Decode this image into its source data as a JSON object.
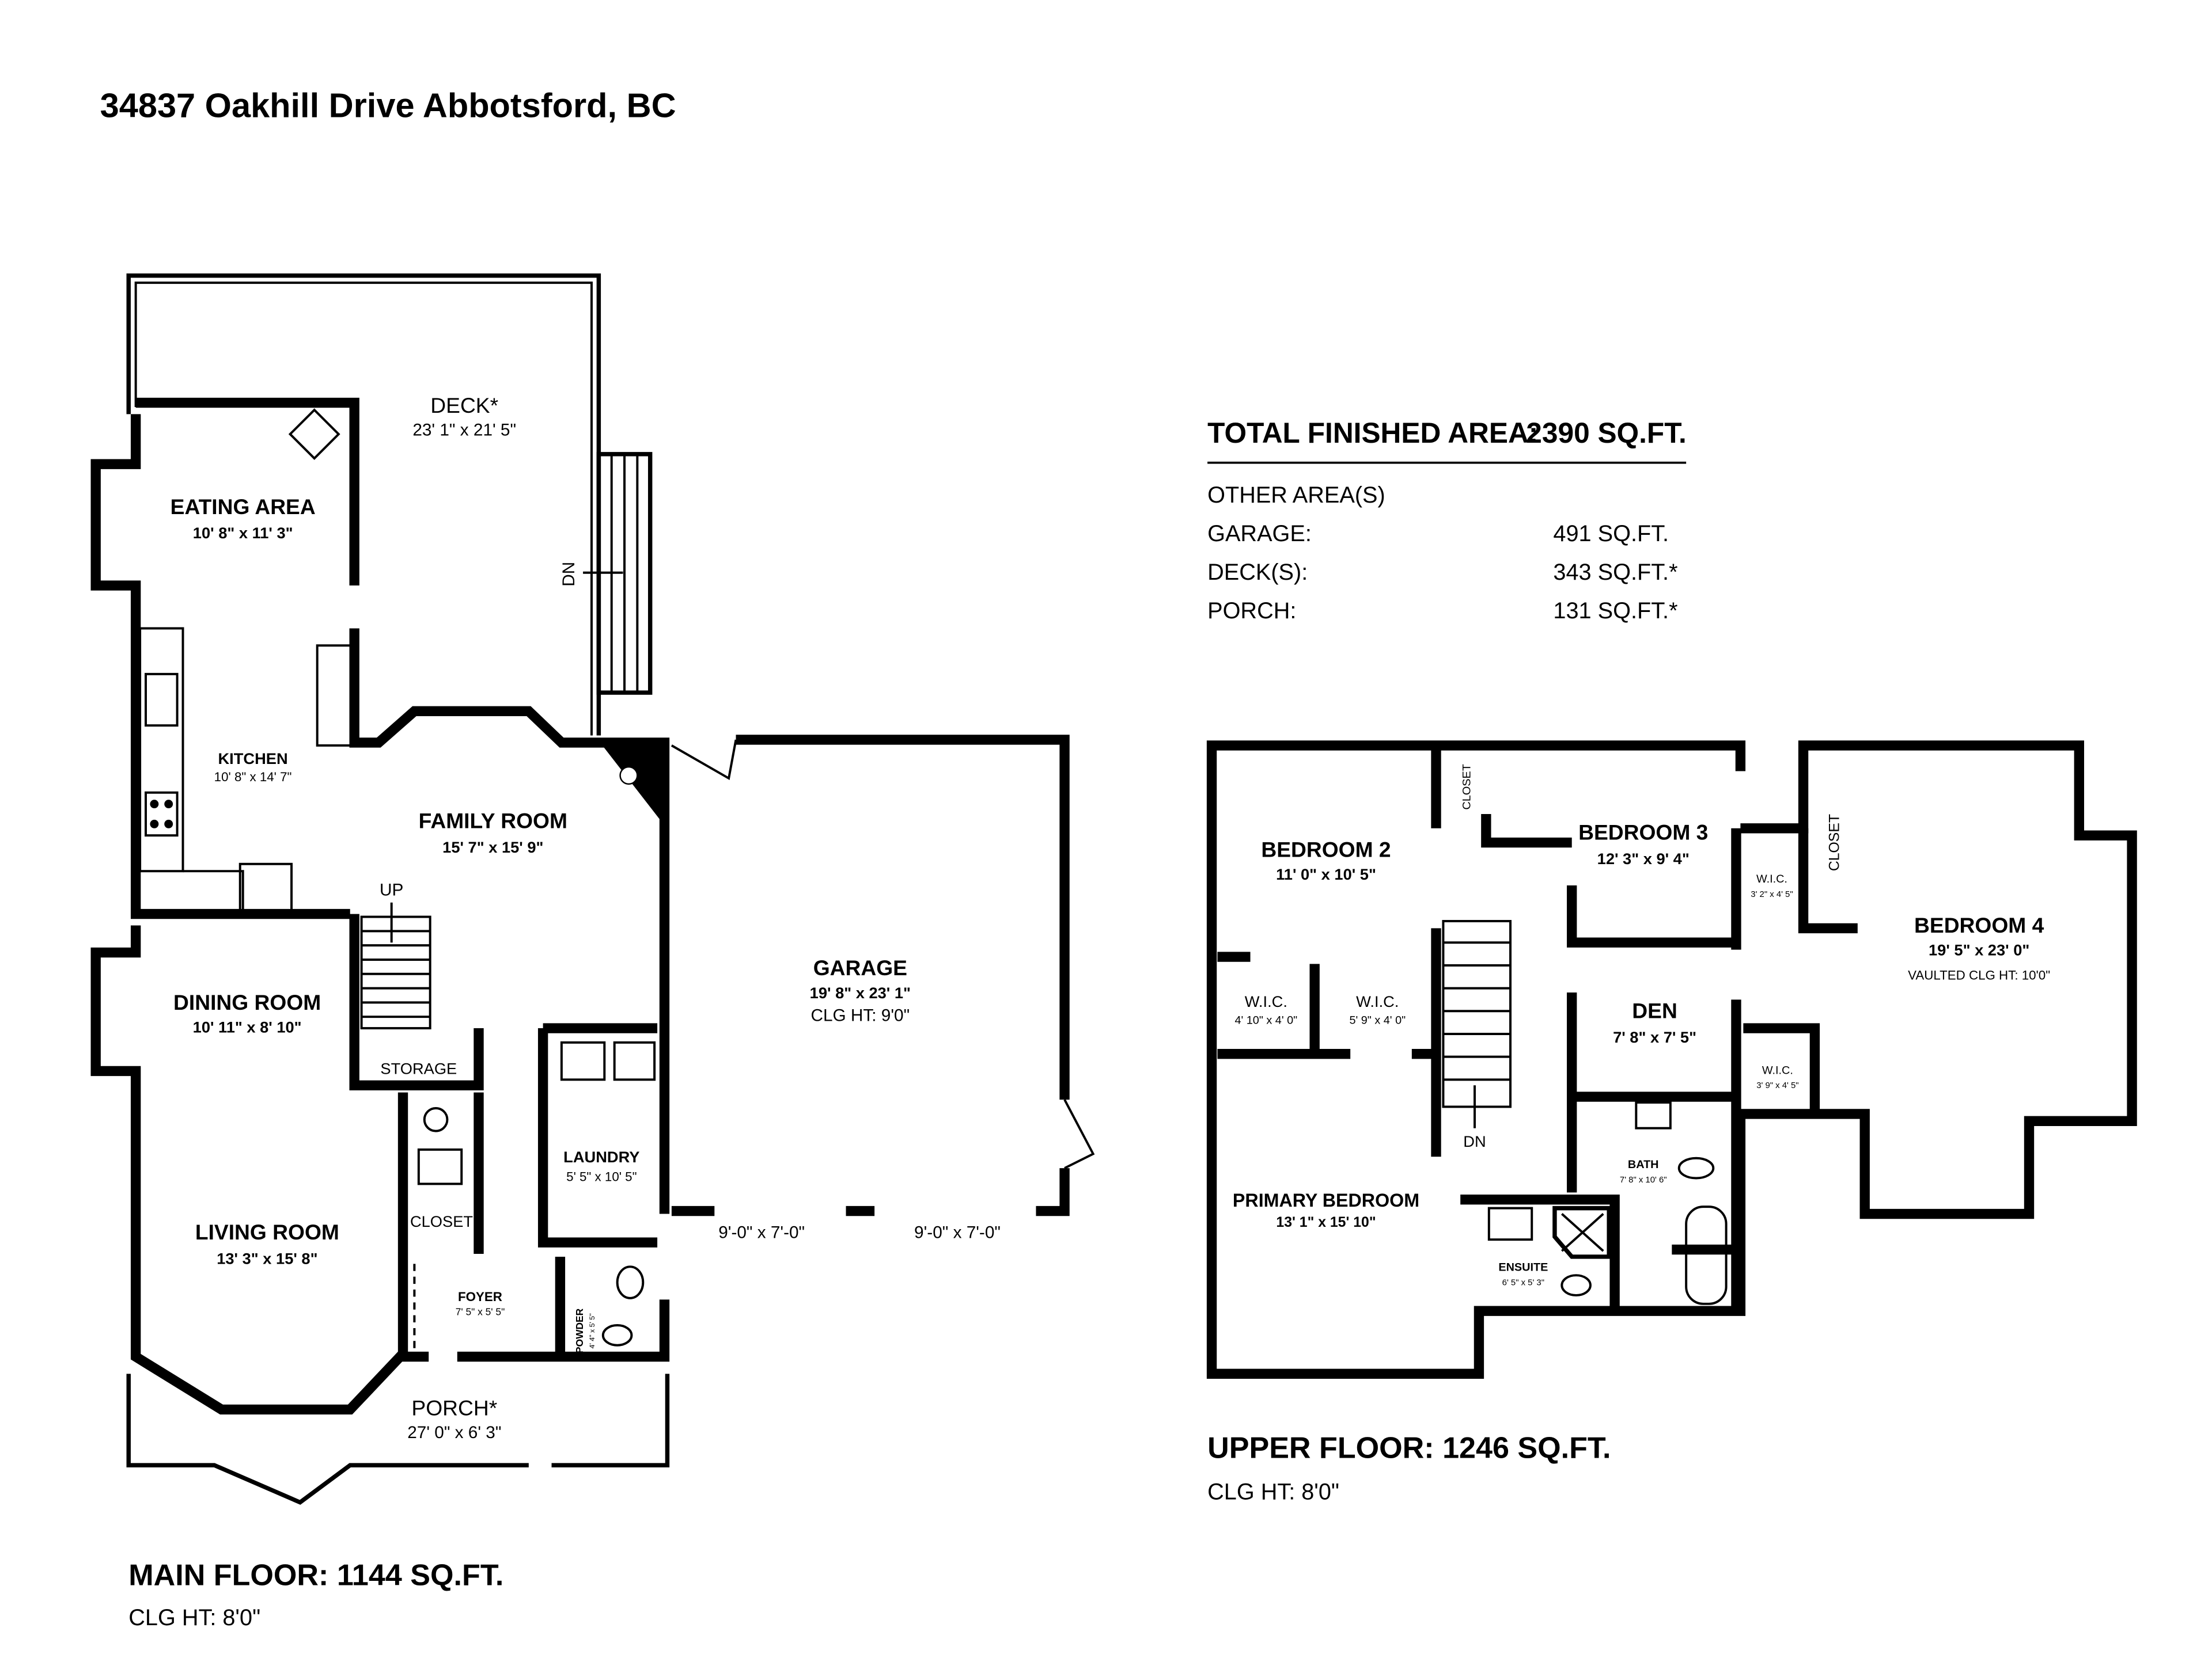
{
  "title": "34837 Oakhill Drive Abbotsford, BC",
  "summary": {
    "total_label": "TOTAL FINISHED AREA:",
    "total_value": "2390 SQ.FT.",
    "other_heading": "OTHER AREA(S)",
    "rows": [
      {
        "label": "GARAGE:",
        "value": "491 SQ.FT."
      },
      {
        "label": "DECK(S):",
        "value": "343 SQ.FT.*"
      },
      {
        "label": "PORCH:",
        "value": "131 SQ.FT.*"
      }
    ]
  },
  "main_floor": {
    "heading": "MAIN FLOOR: 1144 SQ.FT.",
    "ceiling": "CLG HT: 8'0\"",
    "rooms": {
      "deck": {
        "name": "DECK*",
        "dims": "23' 1\" x 21' 5\""
      },
      "eating": {
        "name": "EATING AREA",
        "dims": "10' 8\" x 11' 3\""
      },
      "kitchen": {
        "name": "KITCHEN",
        "dims": "10' 8\" x 14' 7\""
      },
      "family": {
        "name": "FAMILY ROOM",
        "dims": "15' 7\" x 15' 9\""
      },
      "dining": {
        "name": "DINING ROOM",
        "dims": "10' 11\" x 8' 10\""
      },
      "living": {
        "name": "LIVING ROOM",
        "dims": "13' 3\" x 15' 8\""
      },
      "storage": {
        "name": "STORAGE"
      },
      "closet": {
        "name": "CLOSET"
      },
      "laundry": {
        "name": "LAUNDRY",
        "dims": "5' 5\" x 10' 5\""
      },
      "foyer": {
        "name": "FOYER",
        "dims": "7' 5\" x 5' 5\""
      },
      "powder": {
        "name": "POWDER",
        "dims": "4' 4\" x 5' 5\""
      },
      "garage": {
        "name": "GARAGE",
        "dims": "19' 8\" x 23' 1\"",
        "ceiling": "CLG HT: 9'0\""
      },
      "porch": {
        "name": "PORCH*",
        "dims": "27' 0\" x 6' 3\""
      }
    },
    "garage_doors": [
      "9'-0\" x 7'-0\"",
      "9'-0\" x 7'-0\""
    ],
    "stairs_up": "UP",
    "deck_stairs": "DN"
  },
  "upper_floor": {
    "heading": "UPPER FLOOR: 1246 SQ.FT.",
    "ceiling": "CLG HT: 8'0\"",
    "rooms": {
      "bed2": {
        "name": "BEDROOM 2",
        "dims": "11' 0\" x 10' 5\""
      },
      "bed3": {
        "name": "BEDROOM 3",
        "dims": "12' 3\" x 9' 4\""
      },
      "bed4": {
        "name": "BEDROOM 4",
        "dims": "19' 5\" x 23' 0\"",
        "ceiling": "VAULTED CLG HT:  10'0\""
      },
      "den": {
        "name": "DEN",
        "dims": "7' 8\" x 7' 5\""
      },
      "primary": {
        "name": "PRIMARY BEDROOM",
        "dims": "13' 1\" x 15' 10\""
      },
      "wic1": {
        "name": "W.I.C.",
        "dims": "4' 10\" x 4' 0\""
      },
      "wic2": {
        "name": "W.I.C.",
        "dims": "5' 9\" x 4' 0\""
      },
      "wic3": {
        "name": "W.I.C.",
        "dims": "3' 2\" x 4' 5\""
      },
      "wic4": {
        "name": "W.I.C.",
        "dims": "3' 9\" x 4' 5\""
      },
      "closet_a": {
        "name": "CLOSET"
      },
      "closet_b": {
        "name": "CLOSET"
      },
      "bath": {
        "name": "BATH",
        "dims": "7' 8\" x 10' 6\""
      },
      "ensuite": {
        "name": "ENSUITE",
        "dims": "6' 5\" x 5' 3\""
      }
    },
    "stairs_down": "DN"
  }
}
